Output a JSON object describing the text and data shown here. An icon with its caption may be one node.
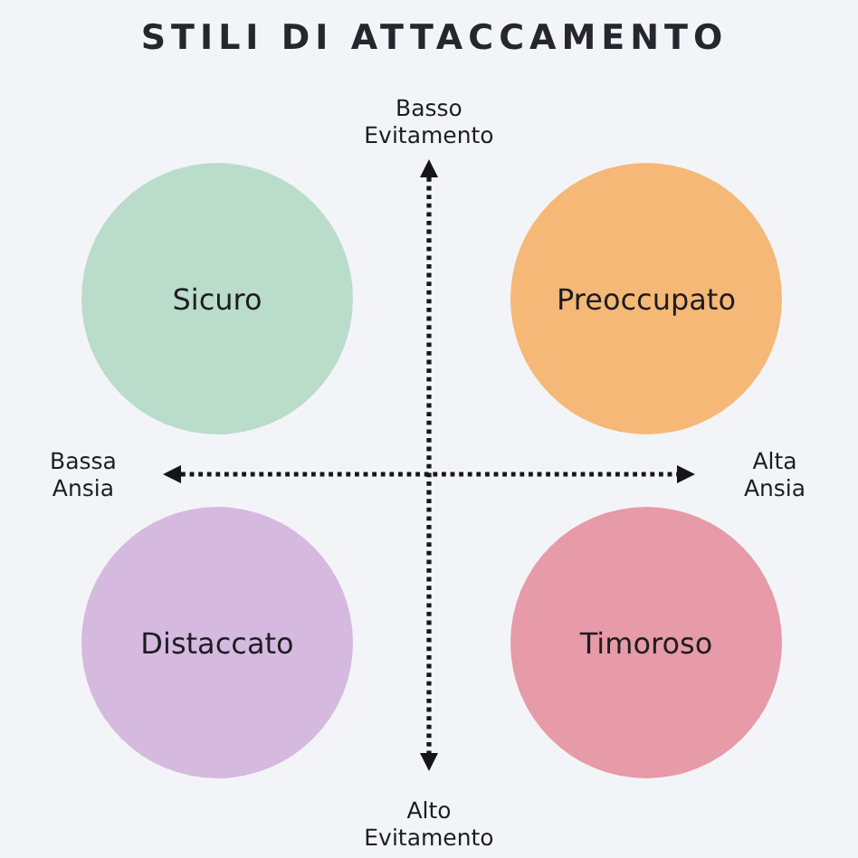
{
  "diagram": {
    "title": "STILI DI ATTACCAMENTO",
    "nodes": [
      {
        "text": [
          "Sicuro"
        ]
      },
      {
        "text": [
          "Preoccupato"
        ]
      },
      {
        "text": [
          "Distaccato"
        ]
      },
      {
        "text": [
          "Timoroso"
        ]
      }
    ],
    "labels": [
      "Basso Evitamento",
      "Bassa Ansia",
      "Alta Ansia",
      "Alto Evitamento"
    ]
  }
}
